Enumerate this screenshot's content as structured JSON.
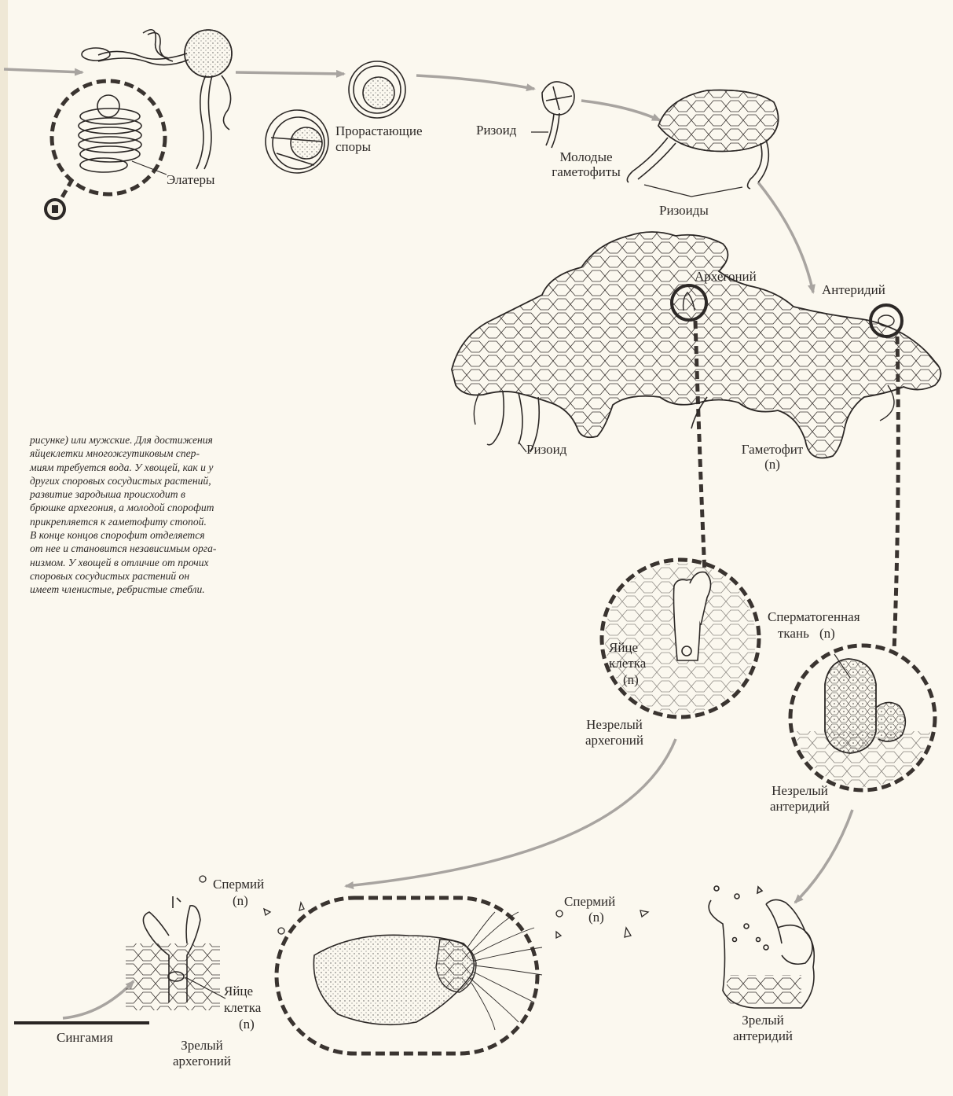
{
  "labels": {
    "elaters": "Элатеры",
    "germinating_spores": [
      "Прорастающие",
      "споры"
    ],
    "rhizoid_top": "Ризоид",
    "young_gametophytes": [
      "Молодые",
      "гаметофиты"
    ],
    "rhizoids": "Ризоиды",
    "archegonium": "Архегоний",
    "antheridium": "Антеридий",
    "rhizoid_gametophyte": "Ризоид",
    "gametophyte": [
      "Гаметофит",
      "(n)"
    ],
    "spermatogenous_tissue": [
      "Сперматогенная",
      "ткань",
      "(n)"
    ],
    "egg_cell_immature": [
      "Яйце",
      "клетка",
      "(n)"
    ],
    "immature_archegonium": [
      "Незрелый",
      "архегоний"
    ],
    "immature_antheridium": [
      "Незрелый",
      "антеридий"
    ],
    "sperm_left": [
      "Спермий",
      "(n)"
    ],
    "sperm_right": [
      "Спермий",
      "(n)"
    ],
    "egg_cell_mature": [
      "Яйце",
      "клетка",
      "(n)"
    ],
    "syngamy": "Сингамия",
    "mature_archegonium": [
      "Зрелый",
      "архегоний"
    ],
    "mature_antheridium": [
      "Зрелый",
      "антеридий"
    ]
  },
  "paragraph": [
    "рисунке) или мужские. Для достижения",
    "яйцеклетки многожгутиковым спер-",
    "миям требуется вода. У хвощей, как и у",
    "других споровых сосудистых растений,",
    "развитие зародыша происходит в",
    "брюшке архегония, а молодой спорофит",
    "прикрепляется к гаметофиту стопой.",
    "В конце концов спорофит отделяется",
    "от нее и становится независимым орга-",
    "низмом. У хвощей в отличие от прочих",
    "споровых сосудистых растений он",
    "имеет членистые, ребристые стебли."
  ],
  "colors": {
    "ink": "#2c2826",
    "arrow": "#a8a4a0",
    "paper": "#fbf8ef"
  }
}
